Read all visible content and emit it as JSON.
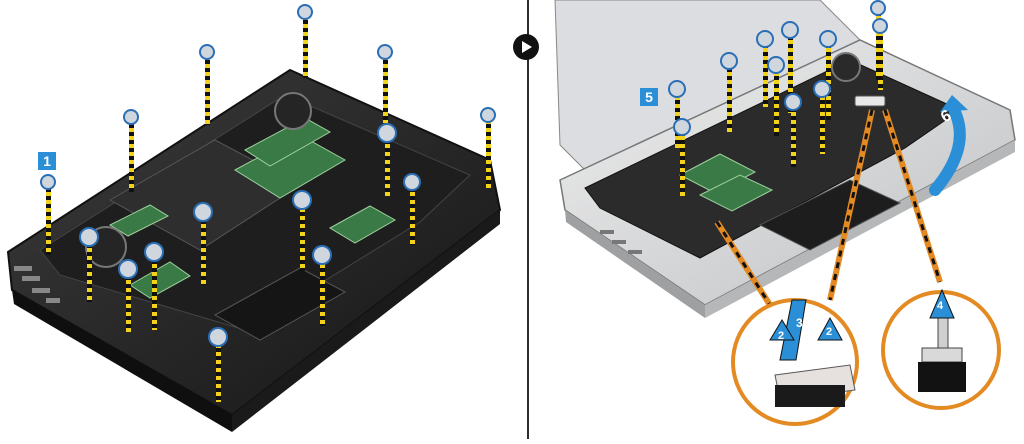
{
  "steps": {
    "left_label": "1",
    "right_label": "5"
  },
  "callouts": {
    "arrow_6": "6",
    "arrow_4": "4",
    "arrow_3": "3",
    "arrow_2a": "2",
    "arrow_2b": "2"
  },
  "icons": {
    "next": "next-step-arrow-icon"
  },
  "colors": {
    "badge": "#2a8fd6",
    "screw_line": "#f2d21a",
    "cable_line": "#e48a23",
    "callout_ring": "#e48a23",
    "laptop_dark": "#2a2a2a",
    "laptop_light": "#d8d9da"
  }
}
